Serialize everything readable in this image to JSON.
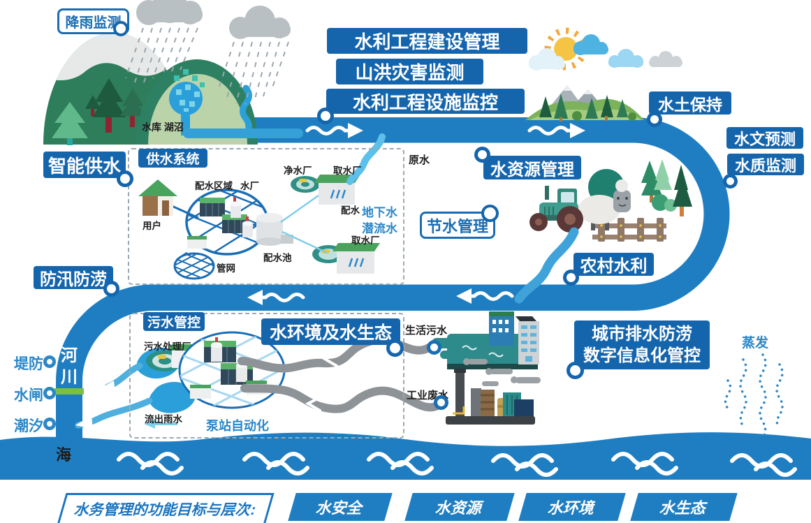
{
  "colors": {
    "river_blue": "#1f7ec2",
    "banner_blue": "#1565ad",
    "label_blue": "#2b87c8",
    "stream_blue": "#4fb0e0",
    "sluice_green": "#7ac143",
    "pipe_gray": "#8e9397"
  },
  "top": {
    "rain_monitor": "降雨监测",
    "reservoir": "水库 湖沼",
    "smart_supply": "智能供水",
    "banners": [
      "水利工程建设管理",
      "山洪灾害监测",
      "水利工程设施监控"
    ],
    "soil_conservation": "水土保持",
    "hydro_forecast": "水文预测",
    "quality_monitor": "水质监测"
  },
  "middle": {
    "resource_mgmt": "水资源管理",
    "water_saving": "节水管理",
    "rural_water": "农村水利",
    "flood_control": "防汛防涝",
    "raw_water": "原水",
    "supply_box": {
      "title": "供水系统",
      "dist_area": "配水区域",
      "plant": "水厂",
      "purify_plant": "净水厂",
      "intake_upper": "取水厂",
      "user": "用户",
      "network": "管网",
      "dist_tank": "配水池",
      "dist": "配水",
      "intake_lower": "取水厂",
      "ground1": "地下水",
      "ground2": "潜流水"
    }
  },
  "bottom": {
    "sewage_box": {
      "title": "污水管控",
      "treatment_plant": "污水处理厂",
      "outflow_rain": "流出雨水",
      "pump_auto": "泵站自动化"
    },
    "env_eco": "水环境及水生态",
    "domestic_sewage": "生活污水",
    "industrial_waste": "工业废水",
    "urban_line1": "城市排水防涝",
    "urban_line2": "数字信息化管控",
    "evaporation": "蒸发",
    "dike": "堤防",
    "river_channel": "河川",
    "sluice": "水闸",
    "tide": "潮汐",
    "sea": "海"
  },
  "footer": {
    "title": "水务管理的功能目标与层次:",
    "items": [
      {
        "label": "水安全"
      },
      {
        "label": "水资源"
      },
      {
        "label": "水环境"
      },
      {
        "label": "水生态"
      }
    ]
  }
}
